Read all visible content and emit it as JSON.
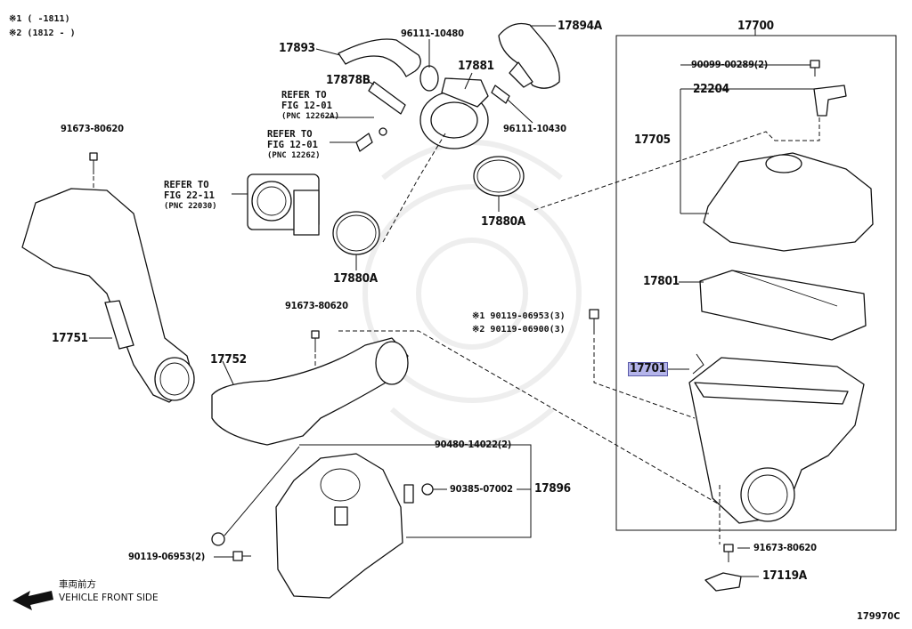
{
  "notes": {
    "note1": "※1 (      -1811)",
    "note2": "※2 (1812 -      )"
  },
  "parts": {
    "p17893": "17893",
    "p96111_10480": "96111-10480",
    "p17894A": "17894A",
    "p17700": "17700",
    "p17878B": "17878B",
    "p17881": "17881",
    "p96111_10430": "96111-10430",
    "p90099_00289": "90099-00289(2)",
    "p22204": "22204",
    "p17705": "17705",
    "p91673_80620_a": "91673-80620",
    "p17880A_a": "17880A",
    "p17880A_b": "17880A",
    "p17801": "17801",
    "p91673_80620_b": "91673-80620",
    "p90119_06953_note": "※1 90119-06953(3)",
    "p90119_06900_note": "※2 90119-06900(3)",
    "p17751": "17751",
    "p17752": "17752",
    "p17701": "17701",
    "p90480_14022": "90480-14022(2)",
    "p90385_07002": "90385-07002",
    "p17896": "17896",
    "p90119_06953_2": "90119-06953(2)",
    "p91673_80620_c": "91673-80620",
    "p17119A": "17119A"
  },
  "refs": {
    "ref1": {
      "line1": "REFER TO",
      "line2": "FIG 12-01",
      "pnc": "(PNC 12262A)"
    },
    "ref2": {
      "line1": "REFER TO",
      "line2": "FIG 12-01",
      "pnc": "(PNC 12262)"
    },
    "ref3": {
      "line1": "REFER TO",
      "line2": "FIG 22-11",
      "pnc": "(PNC 22030)"
    }
  },
  "highlighted_part": "17701",
  "highlight_color": "#b4b4ea",
  "front_side": {
    "jp": "車両前方",
    "en": "VEHICLE FRONT SIDE",
    "icon": "arrow-left-icon"
  },
  "figure_id": "179970C"
}
